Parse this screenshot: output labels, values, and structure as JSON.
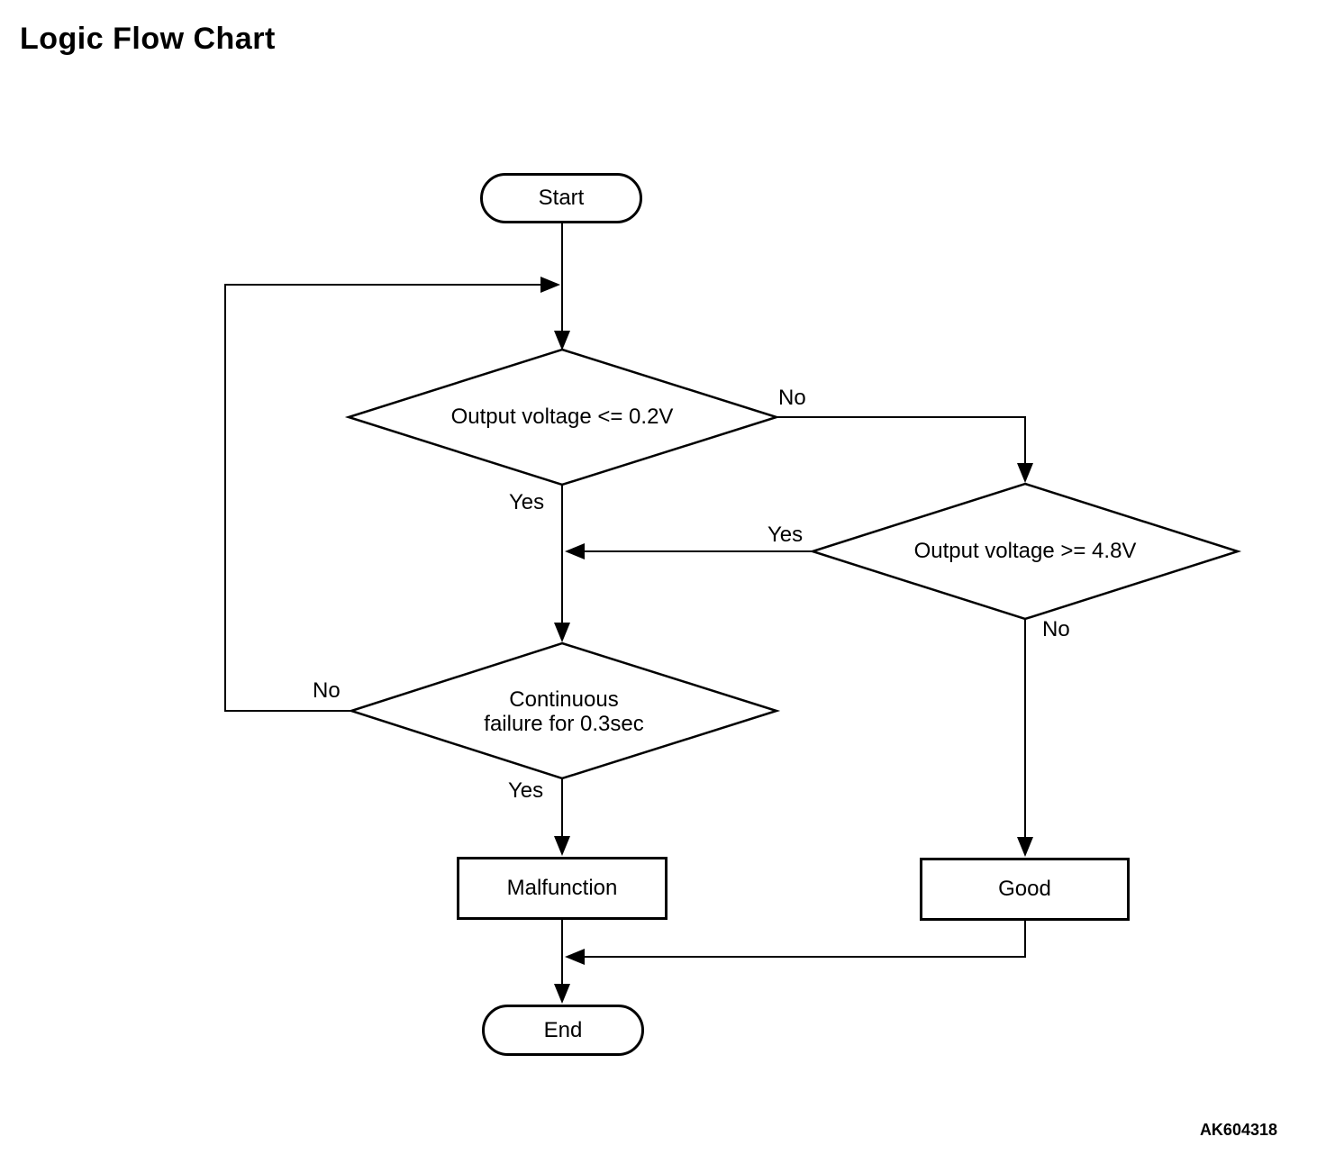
{
  "page": {
    "title": "Logic Flow Chart",
    "figure_id": "AK604318",
    "colors": {
      "stroke": "#000000",
      "background": "#ffffff"
    }
  },
  "flowchart": {
    "start": {
      "label": "Start"
    },
    "decision_output_low": {
      "label": "Output voltage <= 0.2V",
      "no_label": "No",
      "yes_label": "Yes"
    },
    "decision_output_high": {
      "label": "Output voltage >= 4.8V",
      "yes_label": "Yes",
      "no_label": "No"
    },
    "decision_continuous": {
      "label_line1": "Continuous",
      "label_line2": "failure for 0.3sec",
      "no_label": "No",
      "yes_label": "Yes"
    },
    "malfunction": {
      "label": "Malfunction"
    },
    "good": {
      "label": "Good"
    },
    "end": {
      "label": "End"
    }
  }
}
